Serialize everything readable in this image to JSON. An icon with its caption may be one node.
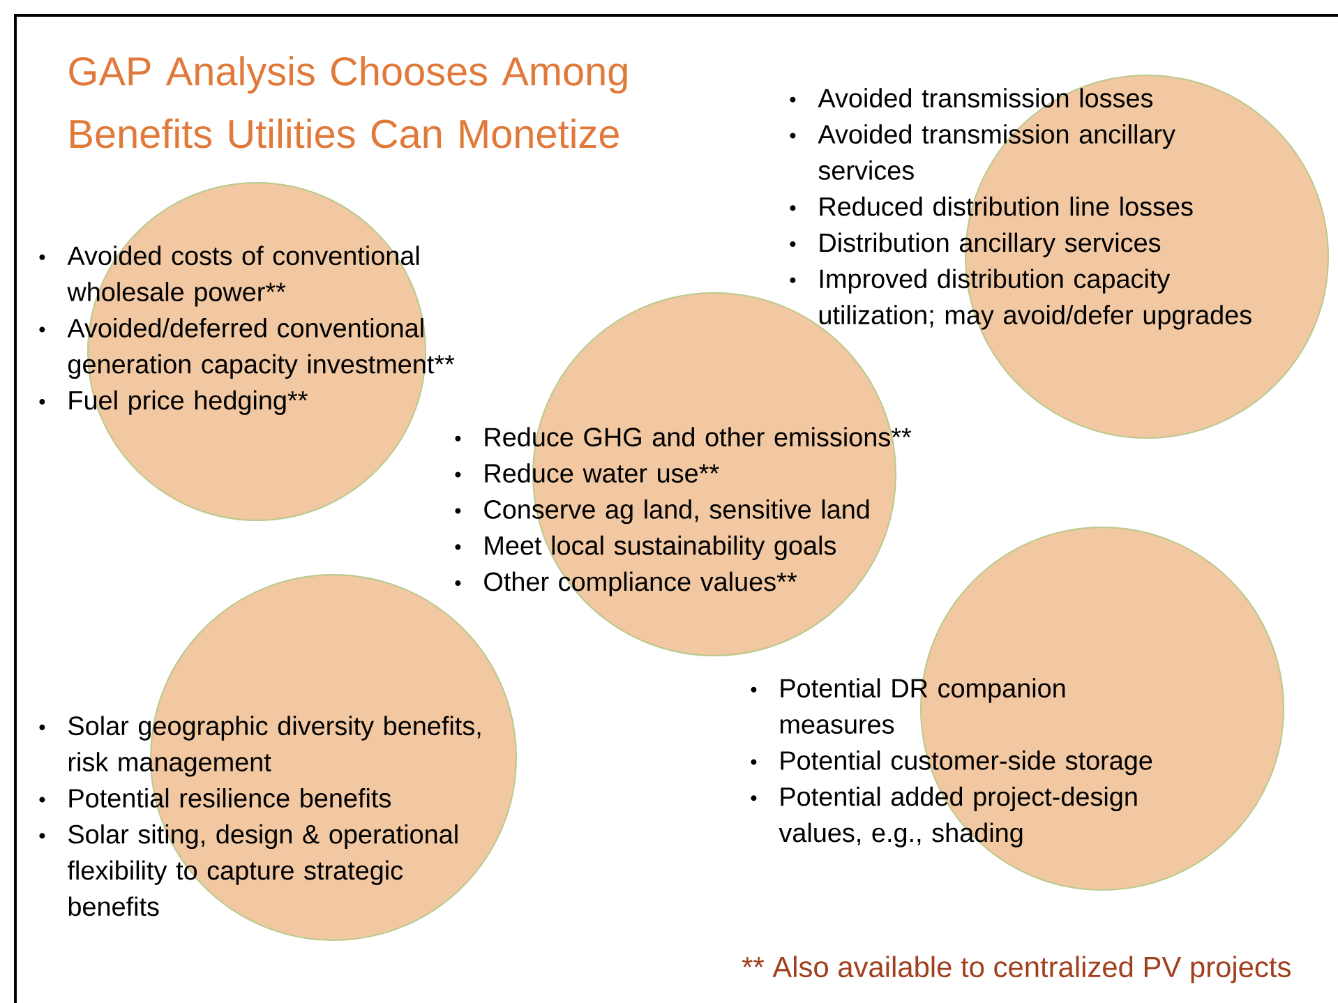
{
  "diagram": {
    "title": "GAP Analysis Chooses Among Benefits Utilities Can Monetize",
    "nodes": [
      {
        "text": [
          "Avoided costs of conventional wholesale power**",
          "Avoided/deferred conventional generation capacity investment**",
          "Fuel price hedging**"
        ]
      },
      {
        "text": [
          "Reduce GHG and other emissions**",
          "Reduce water use**",
          "Conserve ag land, sensitive land",
          "Meet local sustainability goals",
          "Other compliance values**"
        ]
      },
      {
        "text": [
          "Avoided transmission losses",
          "Avoided transmission ancillary services",
          "Reduced distribution line losses",
          "Distribution ancillary services",
          "Improved distribution capacity utilization; may avoid/defer upgrades"
        ]
      },
      {
        "text": [
          "Solar geographic diversity benefits, risk management",
          "Potential resilience benefits",
          "Solar siting, design & operational flexibility to capture strategic benefits"
        ]
      },
      {
        "text": [
          "Potential DR companion measures",
          "Potential customer-side storage",
          "Potential added project-design values, e.g., shading"
        ]
      }
    ],
    "labels": [
      "** Also available to centralized PV projects"
    ]
  }
}
